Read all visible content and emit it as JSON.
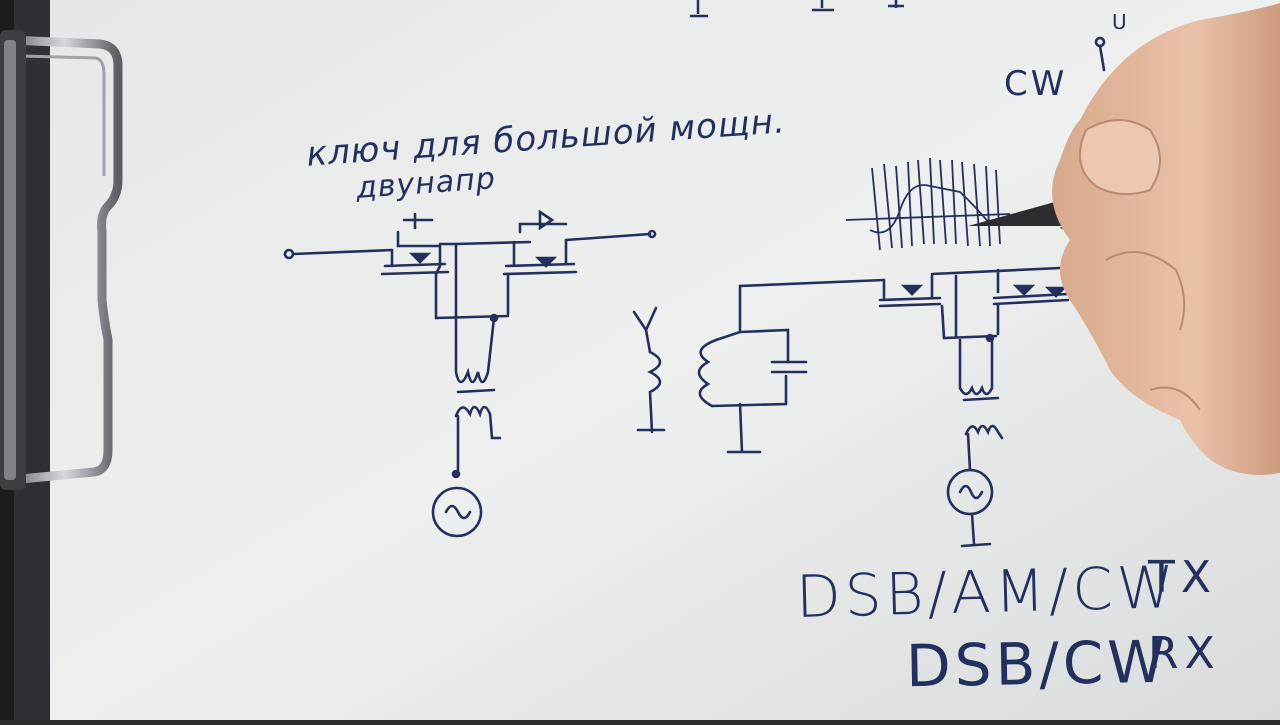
{
  "notes": {
    "title_line1": "ключ для большой мощн.",
    "title_line2": "двунапр",
    "mode_label": "CW",
    "supply_label": "U",
    "tx_modes": "DSB/AM/CW",
    "tx_label": "TX",
    "rx_modes": "DSB/CW",
    "rx_label": "RX"
  },
  "colors": {
    "ink": "#22305e",
    "paper": "#e9eceb",
    "clipboard": "#2a2c30",
    "skin": "#e2b99e",
    "pen": "#1b1c1e"
  }
}
